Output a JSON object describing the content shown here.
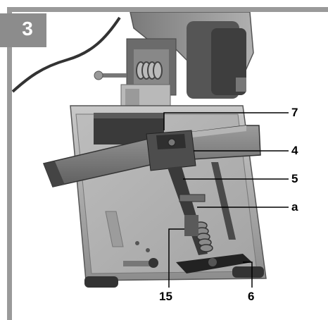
{
  "figure": {
    "number": "3",
    "description_icon": "cut-off-saw-photo"
  },
  "callouts": {
    "c7": "7",
    "c4": "4",
    "c5": "5",
    "ca": "a",
    "c15": "15",
    "c6": "6"
  }
}
